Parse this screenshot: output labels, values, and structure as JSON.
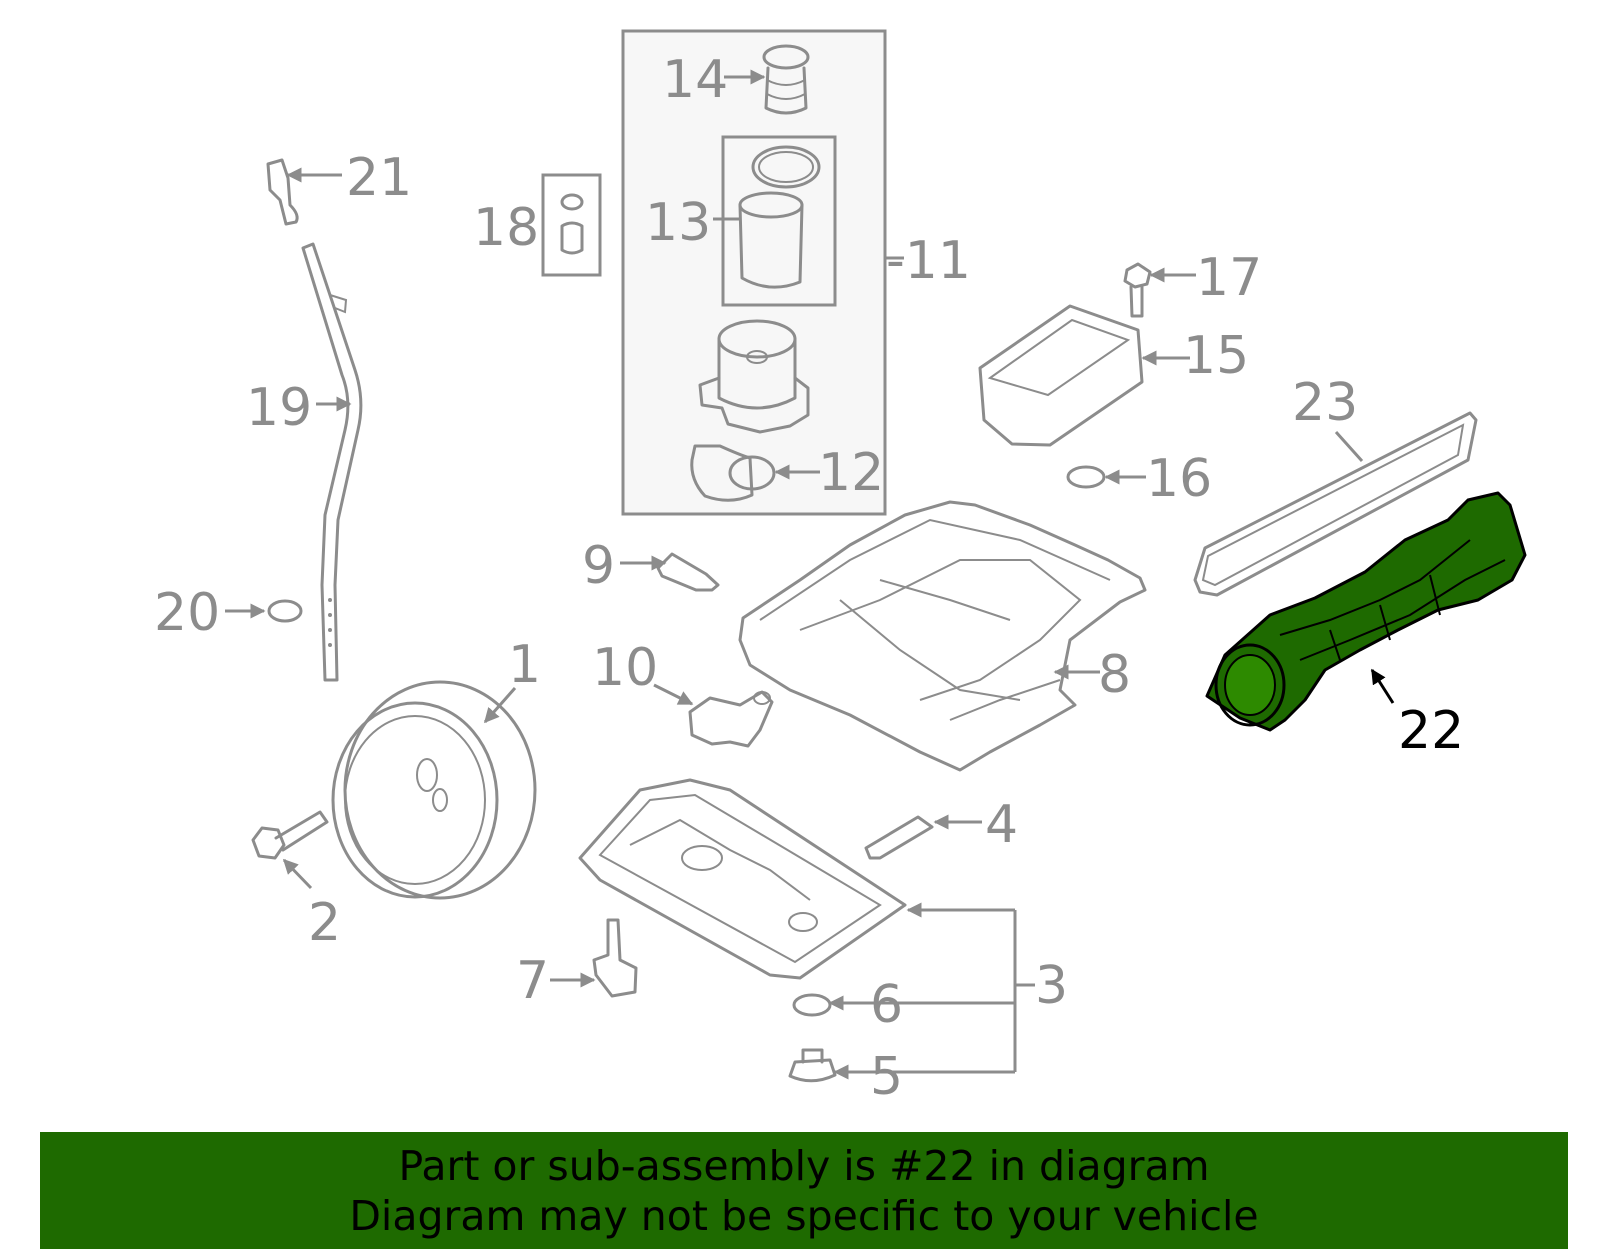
{
  "callouts": [
    {
      "id": "label-1",
      "text": "1"
    },
    {
      "id": "label-2",
      "text": "2"
    },
    {
      "id": "label-3",
      "text": "3"
    },
    {
      "id": "label-4",
      "text": "4"
    },
    {
      "id": "label-5",
      "text": "5"
    },
    {
      "id": "label-6",
      "text": "6"
    },
    {
      "id": "label-7",
      "text": "7"
    },
    {
      "id": "label-8",
      "text": "8"
    },
    {
      "id": "label-9",
      "text": "9"
    },
    {
      "id": "label-10",
      "text": "10"
    },
    {
      "id": "label-11",
      "text": "-11"
    },
    {
      "id": "label-12",
      "text": "12"
    },
    {
      "id": "label-13",
      "text": "13"
    },
    {
      "id": "label-14",
      "text": "14"
    },
    {
      "id": "label-15",
      "text": "15"
    },
    {
      "id": "label-16",
      "text": "16"
    },
    {
      "id": "label-17",
      "text": "17"
    },
    {
      "id": "label-18",
      "text": "18"
    },
    {
      "id": "label-19",
      "text": "19"
    },
    {
      "id": "label-20",
      "text": "20"
    },
    {
      "id": "label-21",
      "text": "21"
    },
    {
      "id": "label-22",
      "text": "22"
    },
    {
      "id": "label-23",
      "text": "23"
    }
  ],
  "highlighted_part": "22",
  "colors": {
    "highlight": "#1e6a00",
    "line": "#8c8c8c",
    "banner": "#1e6a00"
  },
  "banner": {
    "line1": "Part or sub-assembly is #22 in diagram",
    "line2": "Diagram may not be specific to your vehicle"
  }
}
